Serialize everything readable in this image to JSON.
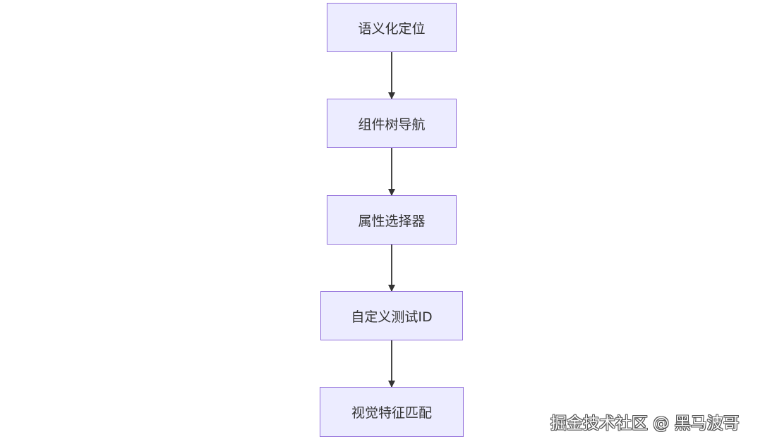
{
  "nodes": [
    {
      "id": "n0",
      "label": "语义化定位"
    },
    {
      "id": "n1",
      "label": "组件树导航"
    },
    {
      "id": "n2",
      "label": "属性选择器"
    },
    {
      "id": "n3",
      "label": "自定义测试ID"
    },
    {
      "id": "n4",
      "label": "视觉特征匹配"
    }
  ],
  "edges": [
    {
      "from": "n0",
      "to": "n1"
    },
    {
      "from": "n1",
      "to": "n2"
    },
    {
      "from": "n2",
      "to": "n3"
    },
    {
      "from": "n3",
      "to": "n4"
    }
  ],
  "watermark": "掘金技术社区 @ 黑马波哥",
  "colors": {
    "node_fill": "#ECECFF",
    "node_border": "#9370DB",
    "edge": "#333333",
    "text": "#333333"
  }
}
